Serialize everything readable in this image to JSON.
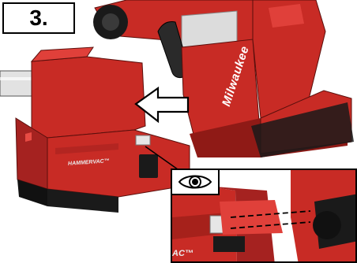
{
  "step": {
    "label": "3."
  },
  "drill": {
    "brand_text": "Milwaukee"
  },
  "extractor": {
    "label": "HAMMERVAC™"
  },
  "detail": {
    "label": "AC™"
  },
  "icons": {
    "view": "eye-icon",
    "direction": "outline-arrow-left-icon"
  },
  "colors": {
    "tool_red": "#c82b25",
    "tool_dark_red": "#8f1a16",
    "tool_black": "#1a1a1a",
    "tube_grey": "#e2e2e2",
    "guide_line": "#000000"
  }
}
